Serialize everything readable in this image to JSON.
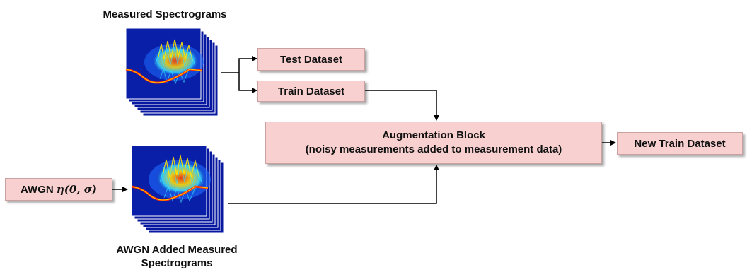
{
  "labels": {
    "measured_title": "Measured Spectrograms",
    "awgn_title_line1": "AWGN Added Measured",
    "awgn_title_line2": "Spectrograms"
  },
  "boxes": {
    "test_dataset": "Test Dataset",
    "train_dataset": "Train Dataset",
    "augmentation_line1": "Augmentation Block",
    "augmentation_line2": "(noisy measurements added to measurement data)",
    "new_train_dataset": "New Train Dataset",
    "awgn_prefix": "AWGN",
    "awgn_math": "η(0, σ)"
  },
  "colors": {
    "box_fill": "#f8d0d0",
    "spectrogram_bg": "#0a1fa8",
    "arrow": "#000000"
  }
}
